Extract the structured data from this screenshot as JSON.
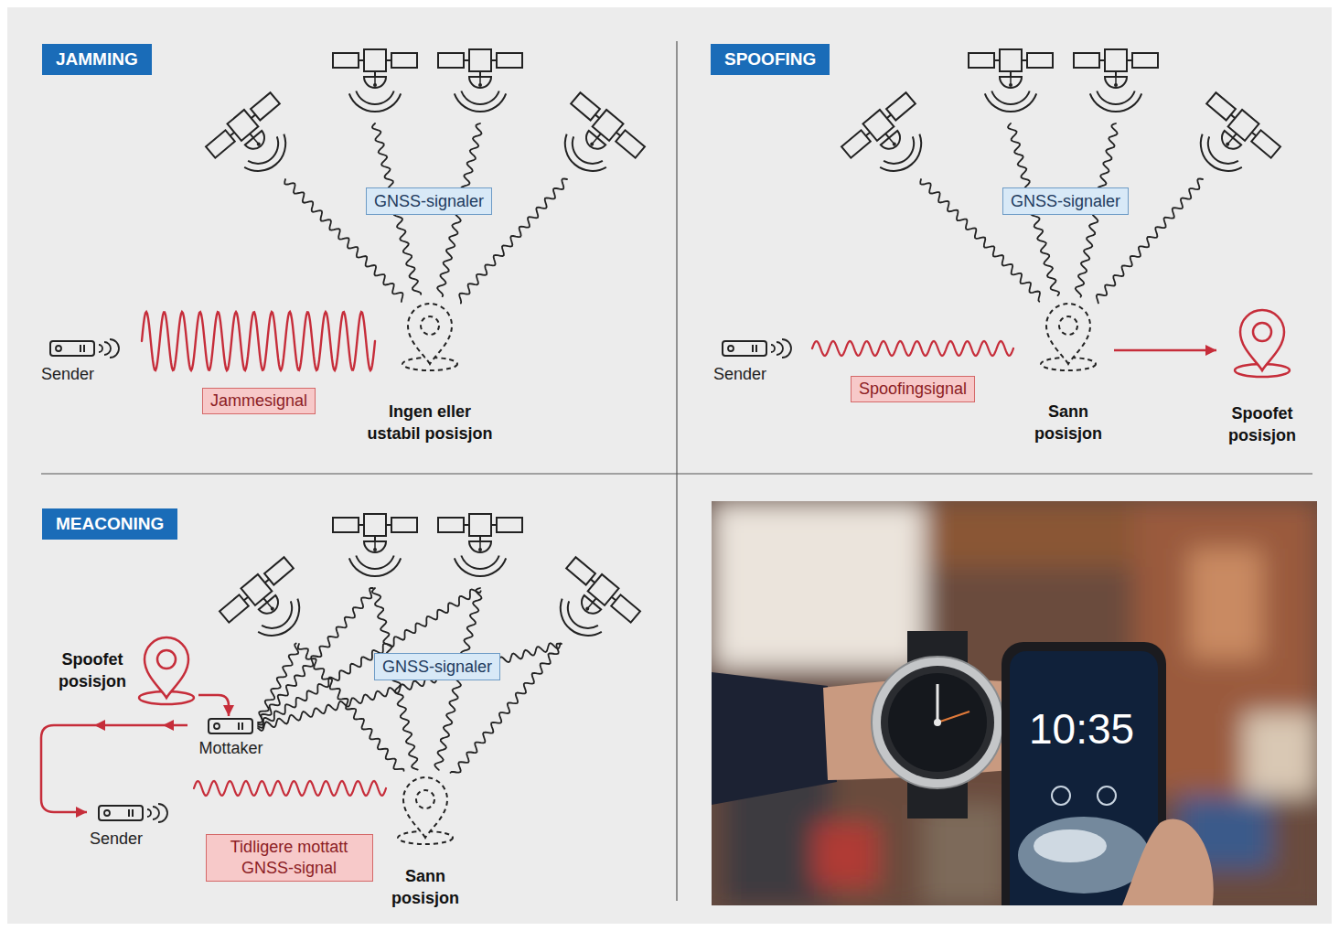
{
  "diagram": {
    "nodes": [
      {
        "text": [
          "JAMMING"
        ]
      },
      {
        "text": [
          "GNSS-signaler"
        ]
      },
      {
        "text": [
          "Sender"
        ]
      },
      {
        "text": [
          "Jammesignal"
        ]
      },
      {
        "text": [
          "Ingen eller ustabil posisjon"
        ]
      },
      {
        "text": [
          "SPOOFING"
        ]
      },
      {
        "text": [
          "GNSS-signaler"
        ]
      },
      {
        "text": [
          "Sender"
        ]
      },
      {
        "text": [
          "Spoofingsignal"
        ]
      },
      {
        "text": [
          "Sann posisjon"
        ]
      },
      {
        "text": [
          "Spoofet posisjon"
        ]
      },
      {
        "text": [
          "MEACONING"
        ]
      },
      {
        "text": [
          "Spoofet posisjon"
        ]
      },
      {
        "text": [
          "Mottaker"
        ]
      },
      {
        "text": [
          "GNSS-signaler"
        ]
      },
      {
        "text": [
          "Sender"
        ]
      },
      {
        "text": [
          "Tidligere mottatt GNSS-signal"
        ]
      },
      {
        "text": [
          "Sann posisjon"
        ]
      }
    ],
    "edges": [
      {
        "from": 9,
        "to": 10,
        "arrow": "to"
      },
      {
        "from": 12,
        "to": 13,
        "arrow": "to"
      },
      {
        "from": 13,
        "to": 15,
        "arrow": "to"
      }
    ],
    "labels": [
      "10:35"
    ]
  }
}
